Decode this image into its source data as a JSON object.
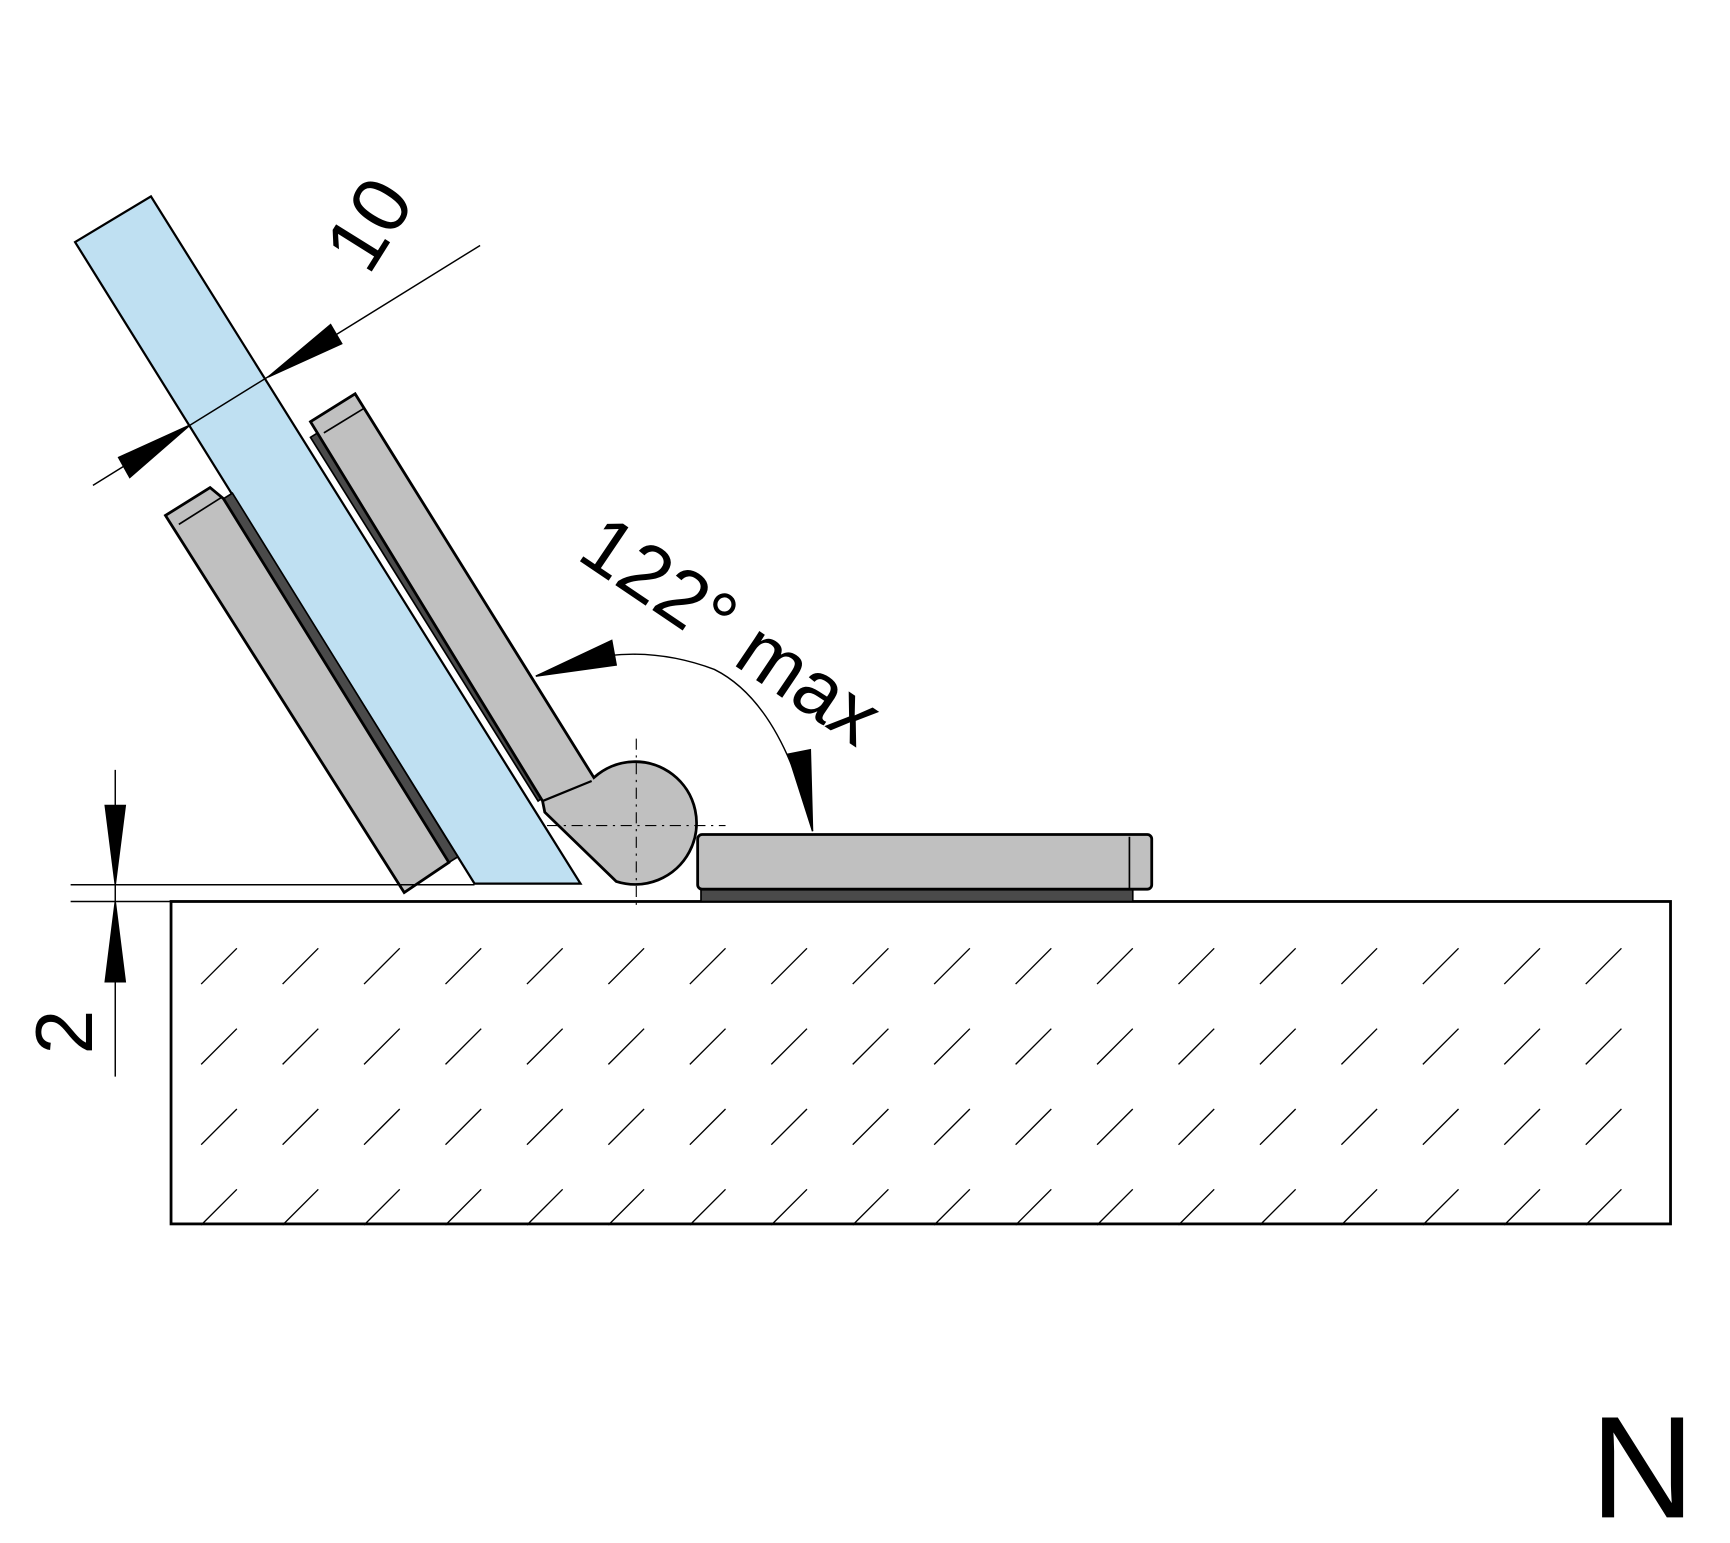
{
  "diagram": {
    "glass_thickness_label": "10",
    "opening_angle_label": "122° max",
    "gap_label": "2",
    "variant_letter": "N"
  },
  "colors": {
    "glass": "#bfe0f2",
    "metal": "#c0c0c0",
    "gasket": "#4a4a4a",
    "line": "#000000"
  }
}
